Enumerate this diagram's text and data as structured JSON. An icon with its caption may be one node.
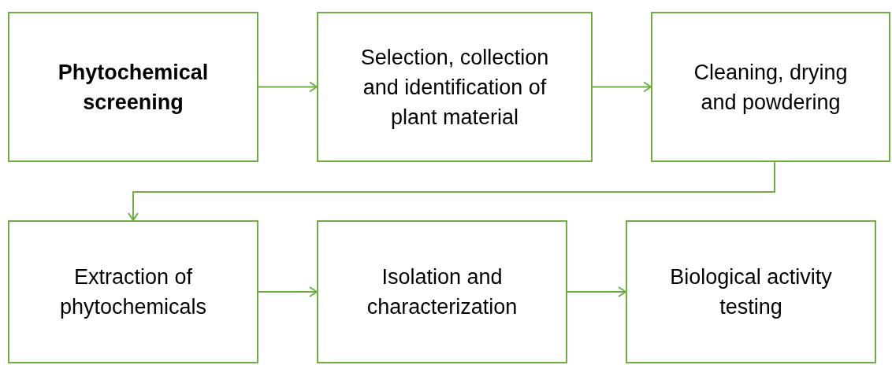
{
  "diagram": {
    "nodes": [
      {
        "text": [
          "Phytochemical screening"
        ]
      },
      {
        "text": [
          "Selection, collection and identification of plant material"
        ]
      },
      {
        "text": [
          "Cleaning, drying and powdering"
        ]
      },
      {
        "text": [
          "Extraction of phytochemicals"
        ]
      },
      {
        "text": [
          "Isolation and characterization"
        ]
      },
      {
        "text": [
          "Biological activity testing"
        ]
      }
    ],
    "edges": [
      {
        "from": 0,
        "to": 1,
        "arrow": "to"
      },
      {
        "from": 1,
        "to": 2,
        "arrow": "to"
      },
      {
        "from": 2,
        "to": 3,
        "arrow": "to"
      },
      {
        "from": 3,
        "to": 4,
        "arrow": "to"
      },
      {
        "from": 4,
        "to": 5,
        "arrow": "to"
      }
    ]
  }
}
